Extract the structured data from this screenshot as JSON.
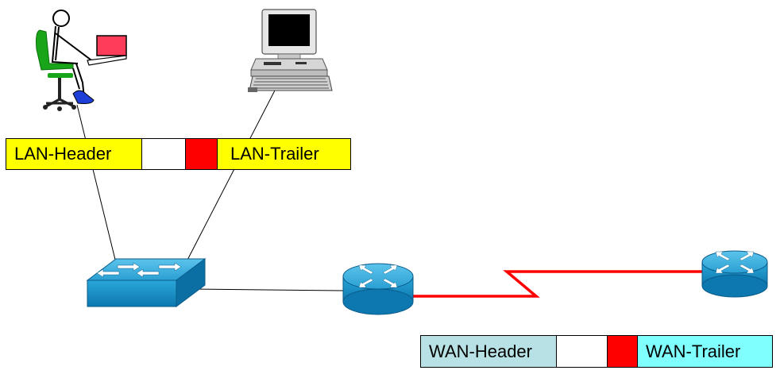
{
  "lan_frame": {
    "header": "LAN-Header",
    "trailer": "LAN-Trailer",
    "colors": {
      "header": "#ffff00",
      "data": "#ffffff",
      "checksum": "#ff0000",
      "trailer": "#ffff00"
    }
  },
  "wan_frame": {
    "header": "WAN-Header",
    "trailer": "WAN-Trailer",
    "colors": {
      "header": "#b7e1e4",
      "data": "#ffffff",
      "checksum": "#ff0000",
      "trailer": "#80ffff"
    }
  },
  "devices": {
    "user": "person-at-laptop-icon",
    "workstation": "desktop-computer-icon",
    "switch": "switch-icon",
    "router_local": "router-icon",
    "router_remote": "router-icon"
  },
  "links": {
    "lan_color": "#000000",
    "wan_color": "#ff0000"
  }
}
